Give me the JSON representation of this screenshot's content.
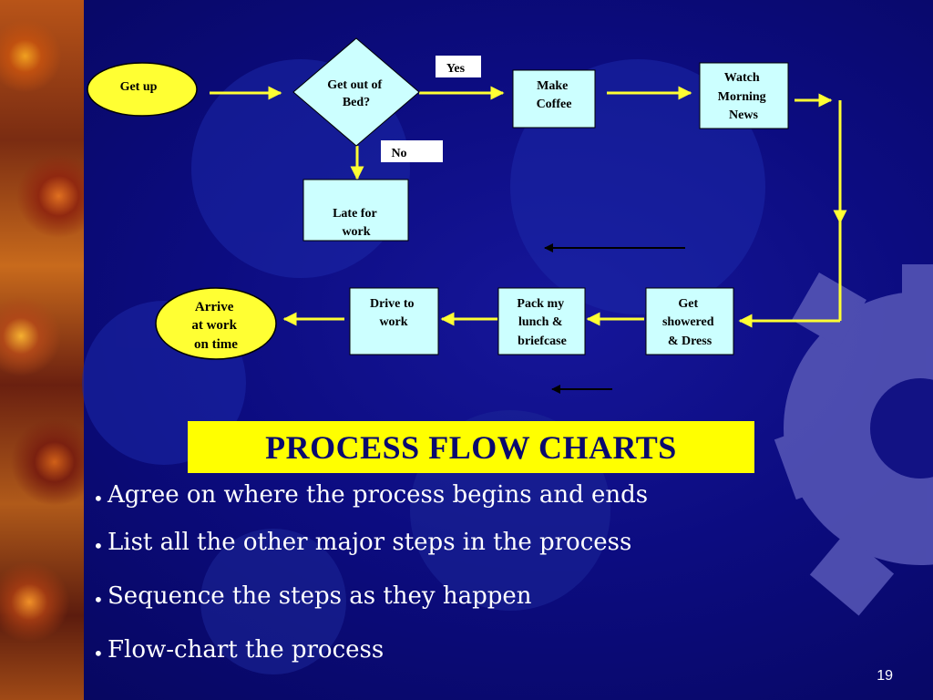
{
  "slide": {
    "title": "PROCESS FLOW CHARTS",
    "page_number": "19",
    "bullets": [
      "Agree on where the process begins and ends",
      "List all the other major steps in the process",
      "Sequence the steps as they happen",
      "Flow-chart the process"
    ],
    "bullet_symbol": "•"
  },
  "flowchart": {
    "nodes": [
      {
        "id": "get-up",
        "shape": "oval",
        "lines": [
          "Get up"
        ]
      },
      {
        "id": "get-out-of-bed",
        "shape": "diamond",
        "lines": [
          "Get out of",
          "Bed?"
        ]
      },
      {
        "id": "make-coffee",
        "shape": "box",
        "lines": [
          "Make",
          "Coffee"
        ]
      },
      {
        "id": "watch-news",
        "shape": "box",
        "lines": [
          "Watch",
          "Morning",
          "News"
        ]
      },
      {
        "id": "late-for-work",
        "shape": "box",
        "lines": [
          "Late for",
          "work"
        ]
      },
      {
        "id": "get-showered",
        "shape": "box",
        "lines": [
          "Get",
          "showered",
          "& Dress"
        ]
      },
      {
        "id": "pack-lunch",
        "shape": "box",
        "lines": [
          "Pack my",
          "lunch &",
          "briefcase"
        ]
      },
      {
        "id": "drive-to-work",
        "shape": "box",
        "lines": [
          "Drive to",
          "work"
        ]
      },
      {
        "id": "arrive-at-work",
        "shape": "oval",
        "lines": [
          "Arrive",
          "at work",
          "on time"
        ]
      }
    ],
    "edge_labels": {
      "yes": "Yes",
      "no": "No"
    }
  },
  "colors": {
    "background": "#0c0c80",
    "node_fill_box": "#ccffff",
    "node_fill_oval": "#ffff33",
    "arrow": "#ffff33",
    "title_fill": "#ffff00",
    "title_text": "#0a0a6e",
    "bullet_text": "#ffffff"
  }
}
